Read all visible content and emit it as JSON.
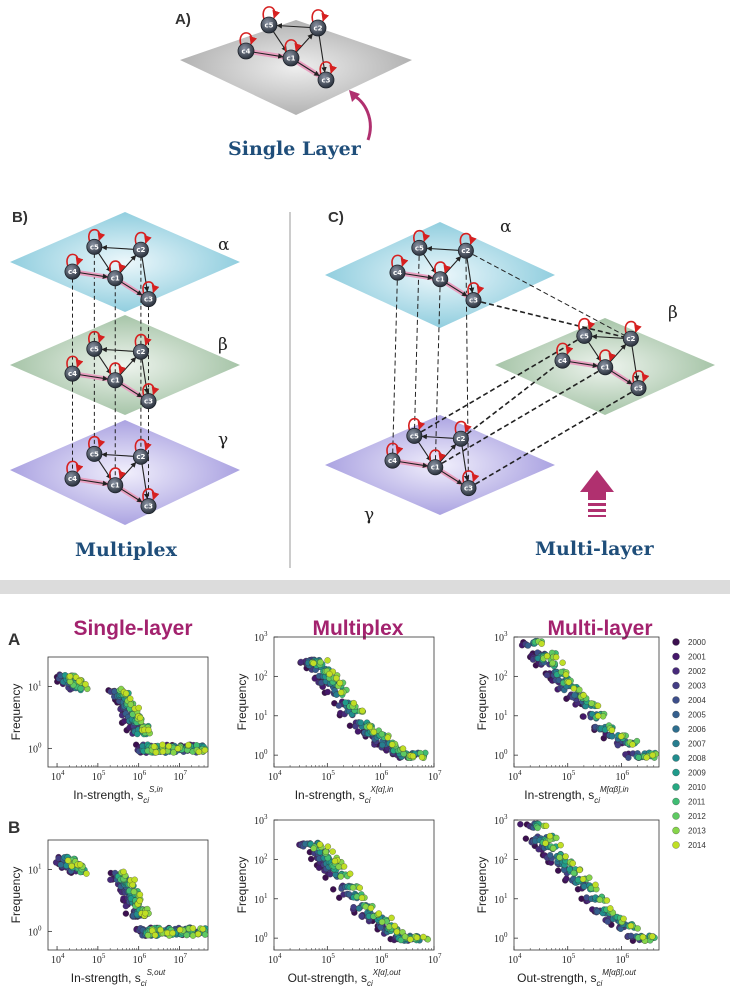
{
  "diagram": {
    "panel_A_label": "A)",
    "panel_B_label": "B)",
    "panel_C_label": "C)",
    "single_layer_caption": "Single Layer",
    "multiplex_caption": "Multiplex",
    "multilayer_caption": "Multi-layer",
    "layer_alpha": "α",
    "layer_beta": "β",
    "layer_gamma": "γ",
    "nodes": [
      "c5",
      "c2",
      "c4",
      "c1",
      "c3"
    ],
    "colors": {
      "gray_plane": "#b9b9b9",
      "alpha_plane": "#8fd0e0",
      "beta_plane": "#a7c7a8",
      "gamma_plane": "#a9a2e0",
      "node": "#3c4655",
      "self_loop": "#d62020",
      "strong_edge": "#e8a0c0",
      "arrow_accent": "#b0306f",
      "caption": "#1f4e7a"
    }
  },
  "plots": {
    "row_A_label": "A",
    "row_B_label": "B",
    "title_single": "Single-layer",
    "title_multiplex": "Multiplex",
    "title_multilayer": "Multi-layer",
    "ylabel": "Frequency",
    "xlabels": {
      "single_in": "In-strength,",
      "multiplex_in": "In-strength,",
      "multilayer_in": "In-strength,",
      "single_out": "In-strength,",
      "multiplex_out": "Out-strength,",
      "multilayer_out": "Out-strength,"
    },
    "legend_years": [
      "2000",
      "2001",
      "2002",
      "2003",
      "2004",
      "2005",
      "2006",
      "2007",
      "2008",
      "2009",
      "2010",
      "2011",
      "2012",
      "2013",
      "2014"
    ],
    "legend_colors": [
      "#3b0f4f",
      "#45186b",
      "#472a7a",
      "#433d84",
      "#3d4e8a",
      "#355f8d",
      "#2e6e8e",
      "#277d8e",
      "#218c8d",
      "#1f9a8a",
      "#27a882",
      "#3fbc73",
      "#5ec962",
      "#86d549",
      "#c0df25"
    ]
  },
  "chart_data": [
    {
      "type": "scatter",
      "row": "A",
      "column": "Single-layer",
      "xlabel": "In-strength",
      "ylabel": "Frequency",
      "xscale": "log",
      "yscale": "log",
      "xlim": [
        6000,
        50000000
      ],
      "ylim": [
        0.5,
        30
      ],
      "xticks": [
        "10^4",
        "10^5",
        "10^6",
        "10^7"
      ],
      "yticks": [
        "10^0",
        "10^1"
      ],
      "x": [
        10000,
        12000,
        15000,
        18000,
        22000,
        200000,
        250000,
        300000,
        350000,
        400000,
        450000,
        500000,
        600000,
        700000,
        800000,
        900000,
        1000000,
        1500000,
        2000000,
        3000000,
        5000000,
        8000000,
        12000000,
        20000000
      ],
      "y": [
        14,
        13,
        12,
        11,
        10,
        8,
        7,
        6,
        5,
        4,
        3,
        3,
        2,
        2,
        2,
        1,
        1,
        1,
        1,
        1,
        1,
        1,
        1,
        1
      ]
    },
    {
      "type": "scatter",
      "row": "A",
      "column": "Multiplex",
      "xlabel": "In-strength",
      "ylabel": "Frequency",
      "xscale": "log",
      "yscale": "log",
      "xlim": [
        10000,
        10000000
      ],
      "ylim": [
        0.5,
        1000
      ],
      "xticks": [
        "10^4",
        "10^5",
        "10^6",
        "10^7"
      ],
      "yticks": [
        "10^0",
        "10^1",
        "10^2",
        "10^3"
      ],
      "x": [
        30000,
        40000,
        50000,
        60000,
        70000,
        80000,
        100000,
        150000,
        200000,
        300000,
        400000,
        600000,
        800000,
        1000000,
        1500000,
        2000000,
        3000000
      ],
      "y": [
        220,
        230,
        150,
        100,
        80,
        60,
        40,
        20,
        12,
        6,
        4,
        3,
        2,
        1.5,
        1,
        1,
        1
      ]
    },
    {
      "type": "scatter",
      "row": "A",
      "column": "Multi-layer",
      "xlabel": "In-strength",
      "ylabel": "Frequency",
      "xscale": "log",
      "yscale": "log",
      "xlim": [
        10000,
        5000000
      ],
      "ylim": [
        0.5,
        1000
      ],
      "xticks": [
        "10^4",
        "10^5",
        "10^6"
      ],
      "yticks": [
        "10^0",
        "10^1",
        "10^2",
        "10^3"
      ],
      "x": [
        15000,
        20000,
        25000,
        30000,
        40000,
        50000,
        70000,
        100000,
        150000,
        200000,
        300000,
        500000,
        800000,
        1200000,
        2000000
      ],
      "y": [
        700,
        300,
        350,
        200,
        120,
        80,
        50,
        30,
        20,
        10,
        5,
        3,
        2,
        1,
        1
      ]
    },
    {
      "type": "scatter",
      "row": "B",
      "column": "Single-layer",
      "xlabel": "In-strength",
      "ylabel": "Frequency",
      "xscale": "log",
      "yscale": "log",
      "xlim": [
        6000,
        50000000
      ],
      "ylim": [
        0.5,
        30
      ],
      "xticks": [
        "10^4",
        "10^5",
        "10^6",
        "10^7"
      ],
      "yticks": [
        "10^0",
        "10^1"
      ],
      "x": [
        10000,
        12000,
        15000,
        18000,
        22000,
        200000,
        250000,
        300000,
        350000,
        400000,
        450000,
        500000,
        600000,
        700000,
        800000,
        900000,
        1000000,
        1500000,
        2000000,
        3000000,
        5000000,
        8000000,
        12000000,
        20000000
      ],
      "y": [
        14,
        13,
        12,
        11,
        10,
        8,
        7,
        6,
        5,
        4,
        3,
        3,
        2,
        2,
        2,
        1,
        1,
        1,
        1,
        1,
        1,
        1,
        1,
        1
      ]
    },
    {
      "type": "scatter",
      "row": "B",
      "column": "Multiplex",
      "xlabel": "Out-strength",
      "ylabel": "Frequency",
      "xscale": "log",
      "yscale": "log",
      "xlim": [
        10000,
        10000000
      ],
      "ylim": [
        0.5,
        1000
      ],
      "xticks": [
        "10^4",
        "10^5",
        "10^6",
        "10^7"
      ],
      "yticks": [
        "10^0",
        "10^1",
        "10^2",
        "10^3"
      ],
      "x": [
        30000,
        40000,
        50000,
        60000,
        70000,
        80000,
        100000,
        150000,
        200000,
        300000,
        400000,
        600000,
        800000,
        1000000,
        1500000,
        2000000,
        3000000
      ],
      "y": [
        220,
        230,
        150,
        100,
        80,
        60,
        40,
        20,
        12,
        6,
        4,
        3,
        2,
        1.5,
        1,
        1,
        1
      ]
    },
    {
      "type": "scatter",
      "row": "B",
      "column": "Multi-layer",
      "xlabel": "Out-strength",
      "ylabel": "Frequency",
      "xscale": "log",
      "yscale": "log",
      "xlim": [
        10000,
        5000000
      ],
      "ylim": [
        0.5,
        1000
      ],
      "xticks": [
        "10^4",
        "10^5",
        "10^6"
      ],
      "yticks": [
        "10^0",
        "10^1",
        "10^2",
        "10^3"
      ],
      "x": [
        15000,
        20000,
        25000,
        30000,
        40000,
        50000,
        70000,
        100000,
        150000,
        200000,
        300000,
        500000,
        800000,
        1200000,
        2000000
      ],
      "y": [
        700,
        300,
        350,
        200,
        120,
        80,
        50,
        30,
        20,
        10,
        5,
        3,
        2,
        1,
        1
      ]
    }
  ]
}
